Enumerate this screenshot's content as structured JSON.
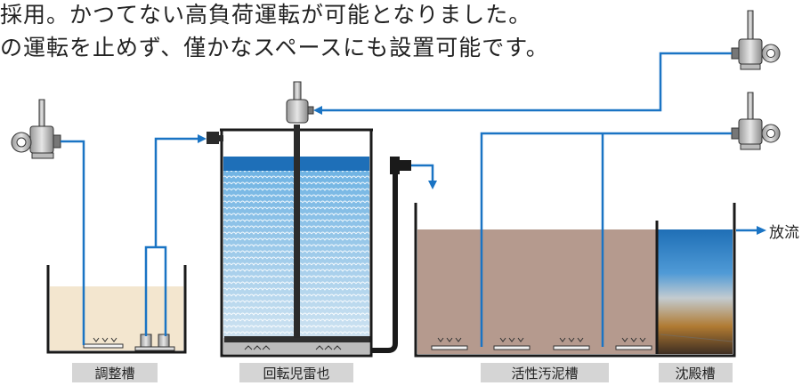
{
  "intro": {
    "line1": "採用。かつてない高負荷運転が可能となりました。",
    "line2": "の運転を止めず、僅かなスペースにも設置可能です。"
  },
  "tanks": {
    "adjustment": "調整槽",
    "rotating": "回転児雷也",
    "activated_sludge": "活性汚泥槽",
    "settling": "沈殿槽"
  },
  "outflow_label": "放流",
  "colors": {
    "pipe": "#1a74c4",
    "tank_outline": "#1a1a1a",
    "adjustment_liquid": "#f3e6cf",
    "rotating_liquid_top": "#1e6fb8",
    "sludge": "#b59a8e",
    "label_bg": "#d5d5d5"
  },
  "icons": [
    "pump-icon",
    "diffuser-icon",
    "arrow-icon",
    "motor-icon"
  ]
}
